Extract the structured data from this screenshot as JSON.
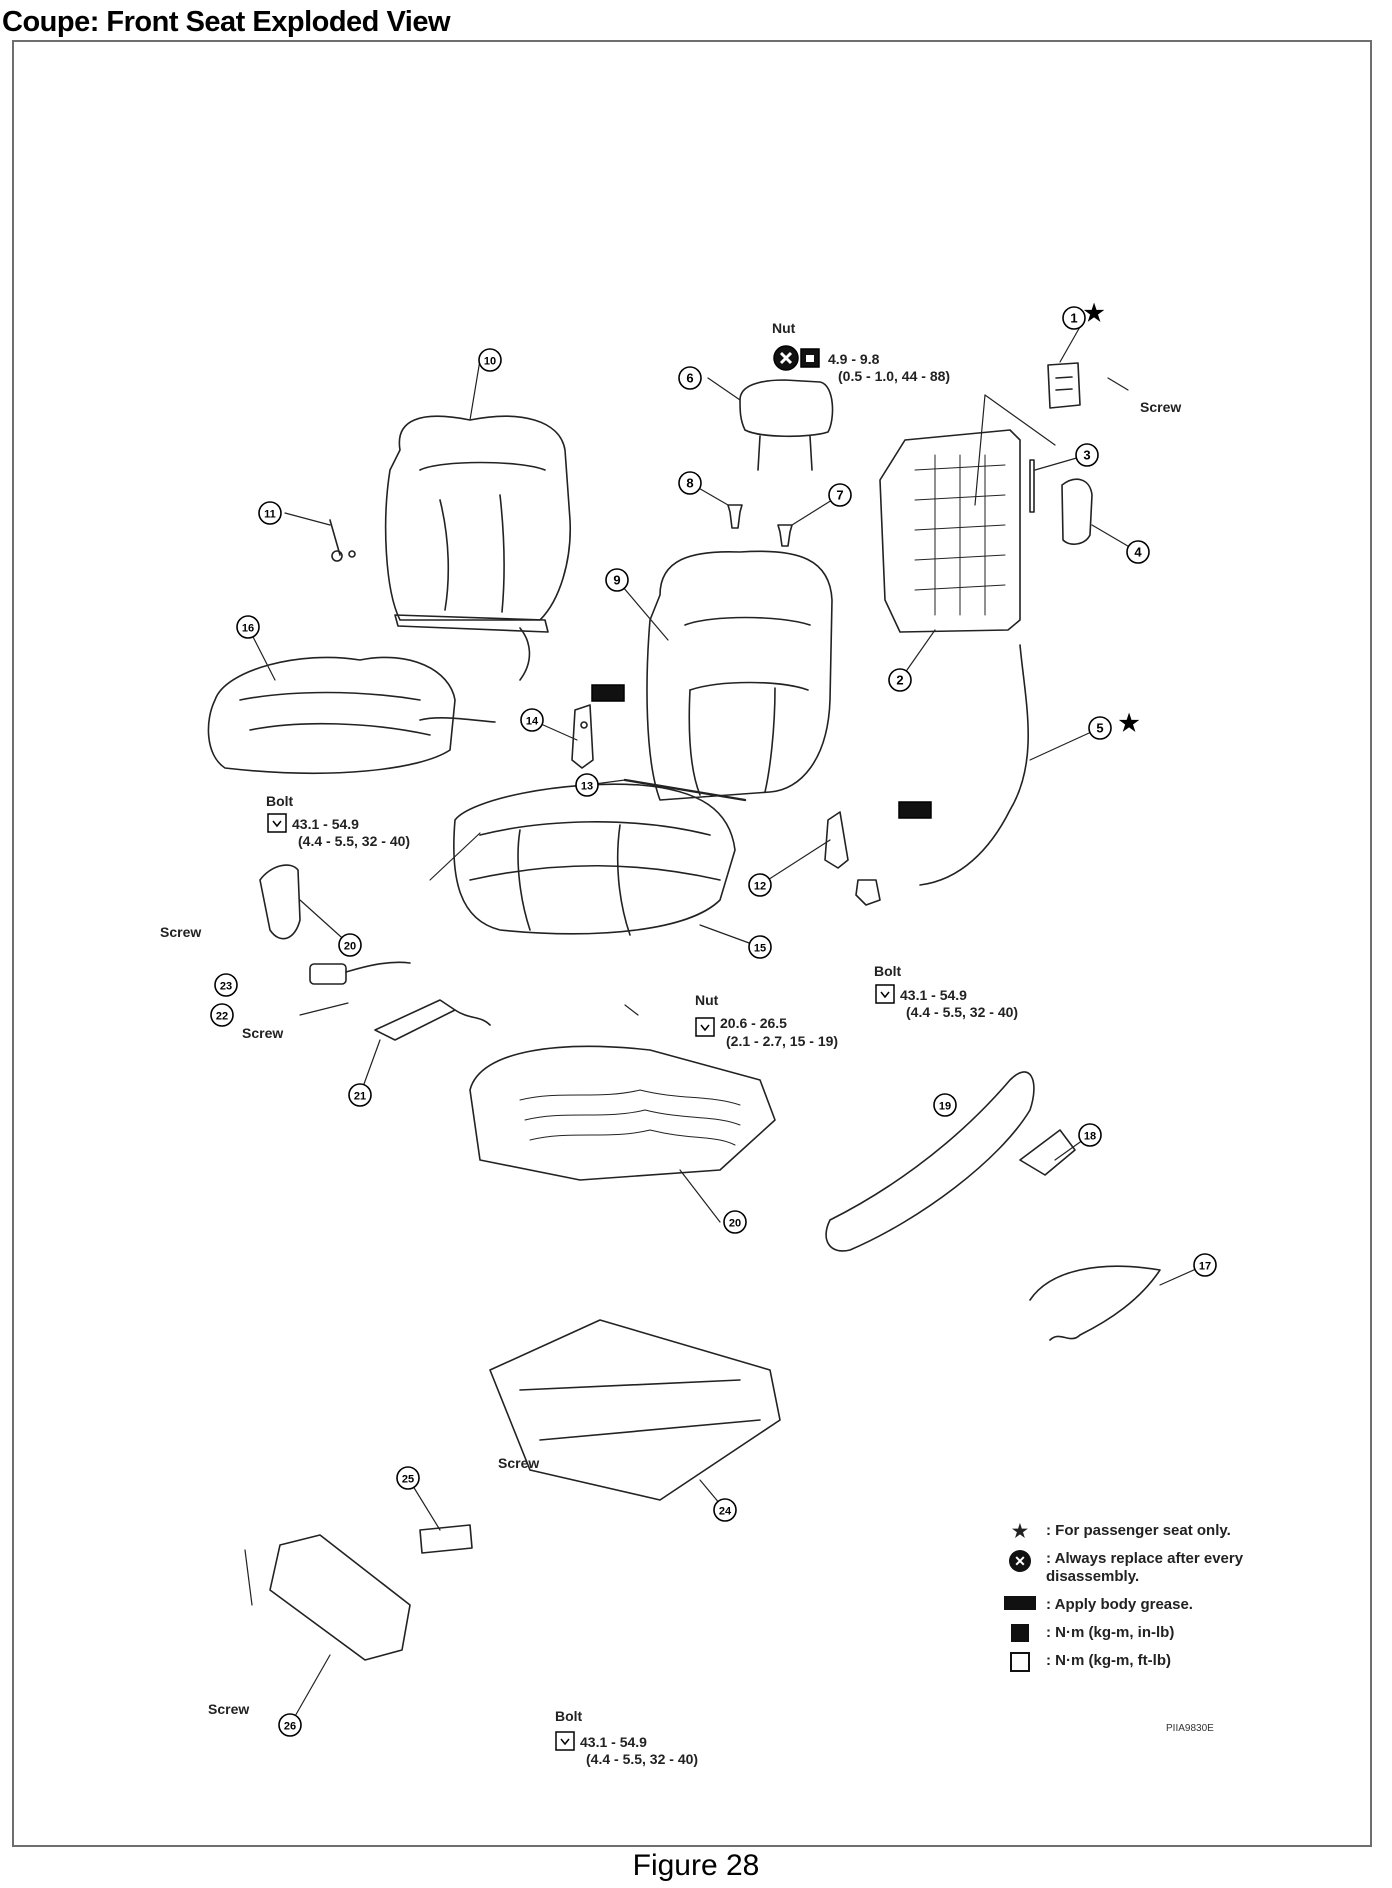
{
  "header": {
    "title": "Coupe: Front Seat Exploded View"
  },
  "figure": {
    "caption": "Figure 28",
    "code": "PIIA9830E"
  },
  "callouts": [
    "1",
    "2",
    "3",
    "4",
    "5",
    "6",
    "7",
    "8",
    "9",
    "10",
    "11",
    "12",
    "13",
    "14",
    "15",
    "16",
    "17",
    "18",
    "19",
    "20",
    "21",
    "22",
    "23",
    "24",
    "25",
    "26"
  ],
  "labels": {
    "nut_top": "Nut",
    "nut_top_spec1": "4.9 - 9.8",
    "nut_top_spec2": "(0.5 - 1.0, 44 - 88)",
    "screw_1": "Screw",
    "bolt_left": "Bolt",
    "bolt_left_spec1": "43.1 - 54.9",
    "bolt_left_spec2": "(4.4 - 5.5, 32 - 40)",
    "screw_20": "Screw",
    "bolt_right": "Bolt",
    "bolt_right_spec1": "43.1 - 54.9",
    "bolt_right_spec2": "(4.4 - 5.5, 32 - 40)",
    "screw_21": "Screw",
    "nut_mid": "Nut",
    "nut_mid_spec1": "20.6 - 26.5",
    "nut_mid_spec2": "(2.1 - 2.7, 15 - 19)",
    "screw_25": "Screw",
    "bolt_bottom": "Bolt",
    "bolt_bottom_spec1": "43.1 - 54.9",
    "bolt_bottom_spec2": "(4.4 - 5.5, 32 - 40)",
    "screw_26": "Screw"
  },
  "legend": [
    {
      "symbol": "star-icon",
      "text": "For passenger seat only."
    },
    {
      "symbol": "always-replace-icon",
      "text": "Always replace after every disassembly."
    },
    {
      "symbol": "apply-grease-icon",
      "text": "Apply body grease."
    },
    {
      "symbol": "torque-in-lb-icon",
      "text": "N·m (kg-m, in-lb)"
    },
    {
      "symbol": "torque-ft-lb-icon",
      "text": "N·m (kg-m, ft-lb)"
    }
  ]
}
